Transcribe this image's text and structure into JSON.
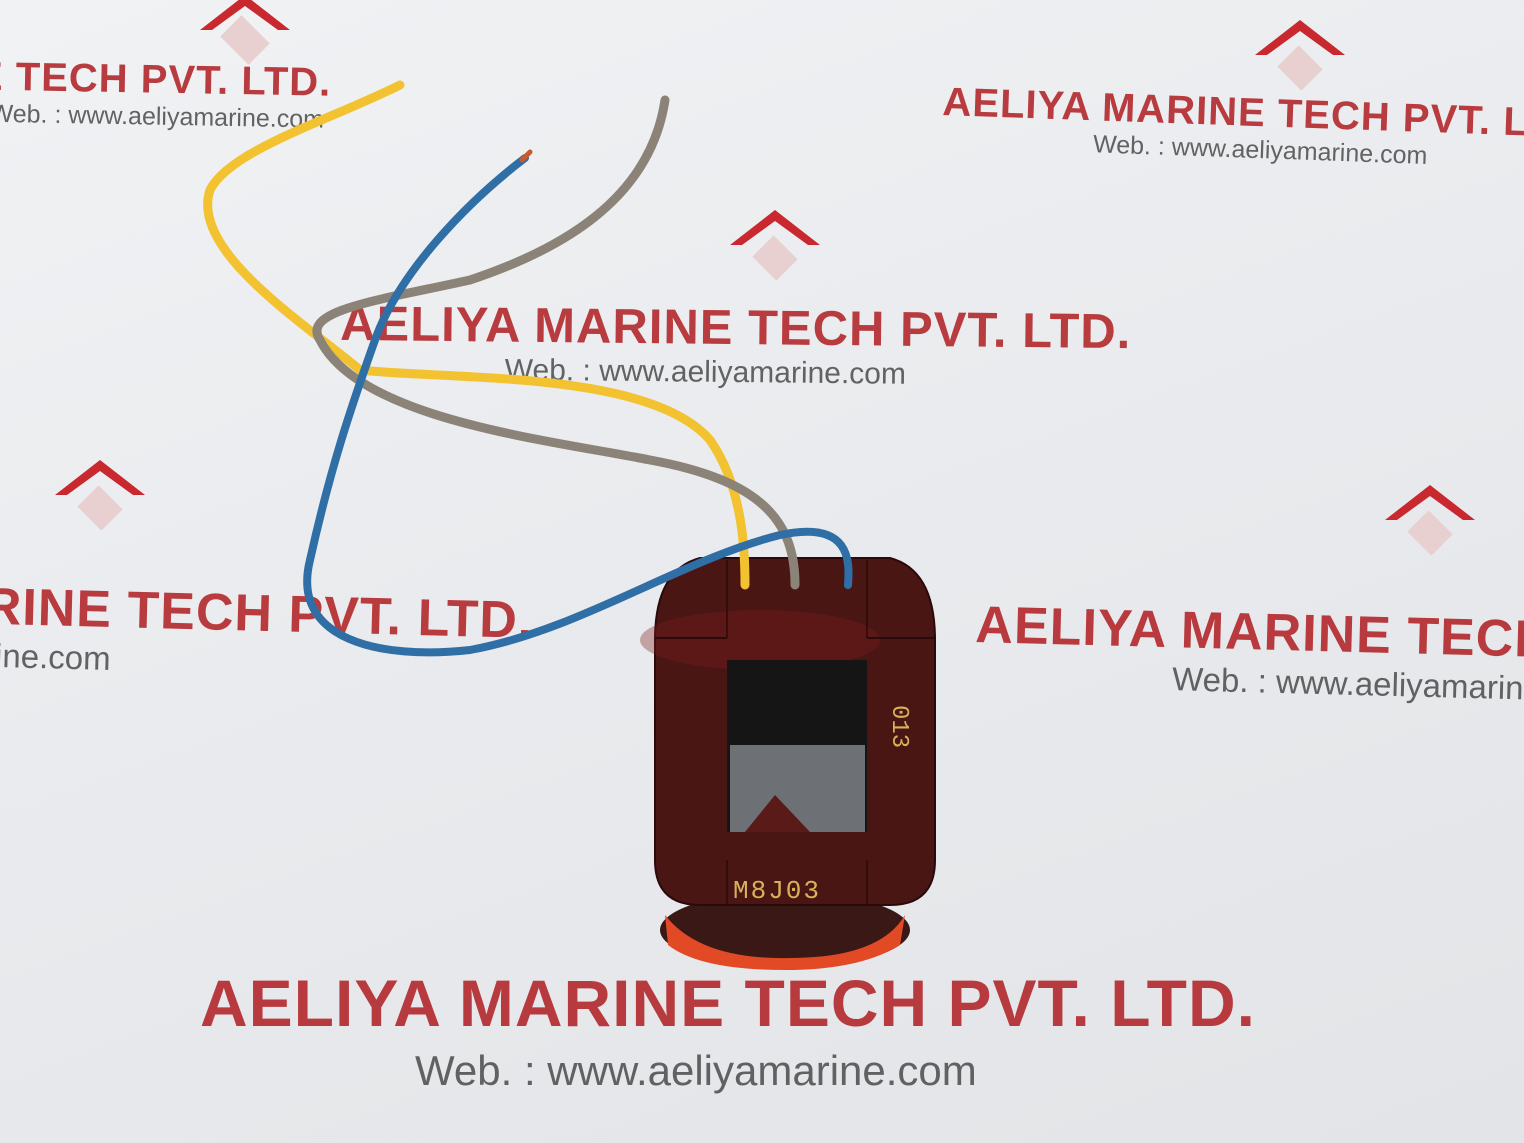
{
  "watermark": {
    "company": "AELIYA MARINE TECH PVT. LTD.",
    "web": "Web. : www.aeliyamarine.com",
    "brand_color": "#b3282c"
  },
  "product": {
    "side_marking": "013",
    "front_marking": "M8J03",
    "wire_colors": [
      "#f2c230",
      "#8c8378",
      "#2f6fa6"
    ]
  }
}
